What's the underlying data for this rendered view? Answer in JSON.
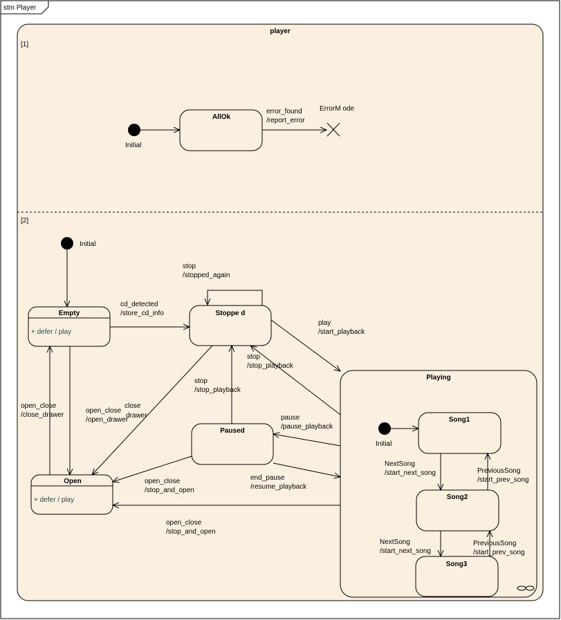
{
  "frame": {
    "title": "stm Player"
  },
  "composite": {
    "name": "player",
    "region1_label": "[1]",
    "region2_label": "[2]"
  },
  "region1": {
    "initial_label": "Initial",
    "allok": "AllOk",
    "error_trigger": "error_found",
    "error_action": "/report_error",
    "terminate_label": "ErrorM ode"
  },
  "region2": {
    "initial_label": "Initial",
    "empty": {
      "name": "Empty",
      "activity": "+    defer / play"
    },
    "open": {
      "name": "Open",
      "activity": "+    defer / play"
    },
    "stopped": {
      "name": "Stoppe d"
    },
    "paused": {
      "name": "Paused"
    },
    "playing": {
      "name": "Playing",
      "initial_label": "Initial",
      "song1": "Song1",
      "song2": "Song2",
      "song3": "Song3",
      "infinity_icon": "infinity-icon"
    },
    "transitions": {
      "stop_again": [
        "stop",
        "/stopped_again"
      ],
      "cd_detected": [
        "cd_detected",
        "/store_cd_info"
      ],
      "play": [
        "play",
        "/start_playback"
      ],
      "stop_from_playing": [
        "stop",
        "/stop_playback"
      ],
      "stop_from_paused": [
        "stop",
        "/stop_playback"
      ],
      "open_close_empty": [
        "open_close",
        "/close_drawer"
      ],
      "open_close_stopped": [
        "open_close",
        "/open_drawer"
      ],
      "open_close_overlap": [
        "close",
        "drawer"
      ],
      "pause": [
        "pause",
        "/pause_playback"
      ],
      "end_pause": [
        "end_pause",
        "/resume_playback"
      ],
      "open_close_paused": [
        "open_close",
        "/stop_and_open"
      ],
      "open_close_playing": [
        "open_close",
        "/stop_and_open"
      ],
      "next_song_1": [
        "NextSong",
        "/start_next_song"
      ],
      "prev_song_2": [
        "PreviousSong",
        "/start_prev_song"
      ],
      "next_song_2": [
        "NextSong",
        "/start_next_song"
      ],
      "prev_song_3": [
        "PreviousSong",
        "/start_prev_song"
      ]
    }
  }
}
